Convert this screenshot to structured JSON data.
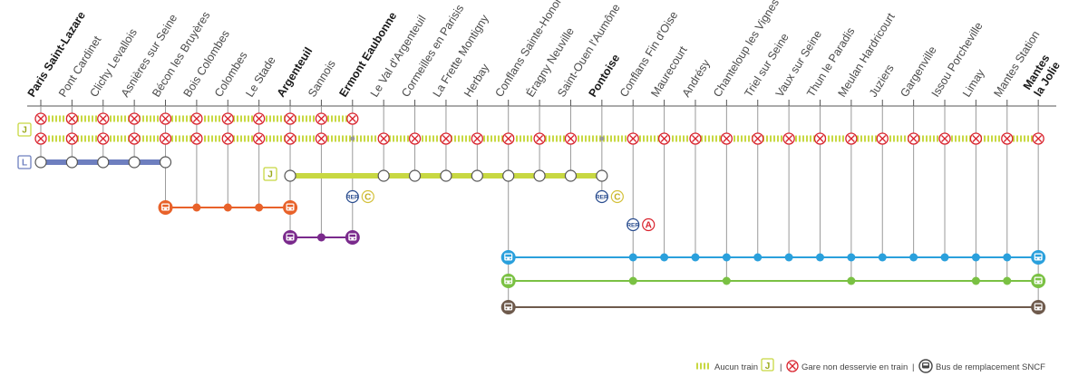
{
  "stations": [
    {
      "name": "Paris Saint-Lazare",
      "bold": true
    },
    {
      "name": "Pont Cardinet",
      "bold": false
    },
    {
      "name": "Clichy Levallois",
      "bold": false
    },
    {
      "name": "Asnières sur Seine",
      "bold": false
    },
    {
      "name": "Bécon les Bruyères",
      "bold": false
    },
    {
      "name": "Bois Colombes",
      "bold": false
    },
    {
      "name": "Colombes",
      "bold": false
    },
    {
      "name": "Le Stade",
      "bold": false
    },
    {
      "name": "Argenteuil",
      "bold": true
    },
    {
      "name": "Sannois",
      "bold": false
    },
    {
      "name": "Ermont Eaubonne",
      "bold": true
    },
    {
      "name": "Le Val d'Argenteuil",
      "bold": false
    },
    {
      "name": "Cormeilles en Parisis",
      "bold": false
    },
    {
      "name": "La Frette Montigny",
      "bold": false
    },
    {
      "name": "Herbay",
      "bold": false
    },
    {
      "name": "Conflans Sainte-Honorine",
      "bold": false
    },
    {
      "name": "Éragny Neuville",
      "bold": false
    },
    {
      "name": "Saint-Ouen l'Aumône",
      "bold": false
    },
    {
      "name": "Pontoise",
      "bold": true
    },
    {
      "name": "Conflans Fin d'Oise",
      "bold": false
    },
    {
      "name": "Maurecourt",
      "bold": false
    },
    {
      "name": "Andrésy",
      "bold": false
    },
    {
      "name": "Chanteloup les Vignes",
      "bold": false
    },
    {
      "name": "Triel sur Seine",
      "bold": false
    },
    {
      "name": "Vaux sur Seine",
      "bold": false
    },
    {
      "name": "Thun le Paradis",
      "bold": false
    },
    {
      "name": "Meulan Hardricourt",
      "bold": false
    },
    {
      "name": "Juziers",
      "bold": false
    },
    {
      "name": "Gargenville",
      "bold": false
    },
    {
      "name": "Issou Porcheville",
      "bold": false
    },
    {
      "name": "Limay",
      "bold": false
    },
    {
      "name": "Mantes Station",
      "bold": false
    },
    {
      "name": "Mantes la Jolie",
      "bold": true
    }
  ],
  "lines": {
    "j_upper": {
      "label": "J",
      "from": 0,
      "to": 10,
      "closed": [
        0,
        1,
        2,
        3,
        4,
        5,
        6,
        7,
        8,
        9,
        10
      ]
    },
    "j_lower": {
      "label": "J",
      "from": 0,
      "to": 32,
      "closed": [
        0,
        1,
        2,
        3,
        4,
        5,
        6,
        7,
        8,
        9,
        11,
        12,
        13,
        14,
        15,
        16,
        17,
        19,
        20,
        21,
        22,
        23,
        24,
        25,
        26,
        27,
        28,
        29,
        30,
        31,
        32
      ]
    },
    "l_line": {
      "label": "L",
      "from": 0,
      "to": 4
    },
    "j_pontoise": {
      "label": "J",
      "from": 8,
      "to": 18
    }
  },
  "rer": [
    {
      "rer_label": "RER",
      "line": "C",
      "station": 10
    },
    {
      "rer_label": "RER",
      "line": "C",
      "station": 18
    },
    {
      "rer_label": "RER",
      "line": "A",
      "station": 19
    }
  ],
  "bus_routes": [
    {
      "id": "orange",
      "color": "#e8622a",
      "from": 4,
      "to": 8,
      "stops": [
        5,
        6,
        7
      ]
    },
    {
      "id": "purple",
      "color": "#7a2a8c",
      "from": 8,
      "to": 10,
      "stops": [
        9
      ]
    },
    {
      "id": "blue",
      "color": "#2aa0dc",
      "from": 15,
      "to": 32,
      "stops": [
        19,
        20,
        21,
        22,
        23,
        24,
        25,
        26,
        27,
        28,
        29,
        30,
        31
      ]
    },
    {
      "id": "green",
      "color": "#7ac143",
      "from": 15,
      "to": 32,
      "stops": [
        19,
        22,
        26,
        30,
        31
      ]
    },
    {
      "id": "brown",
      "color": "#6e5a4c",
      "from": 15,
      "to": 32,
      "stops": []
    }
  ],
  "colors": {
    "j_line": "#c8d842",
    "l_line": "#6e7fbf",
    "closed_mark": "#d9232d",
    "axis": "#555555"
  },
  "legend": {
    "no_train_text": "Aucun train",
    "no_train_label": "J",
    "closed_text": "Gare non desservie en train",
    "bus_text": "Bus de remplacement SNCF",
    "separator": "|"
  }
}
